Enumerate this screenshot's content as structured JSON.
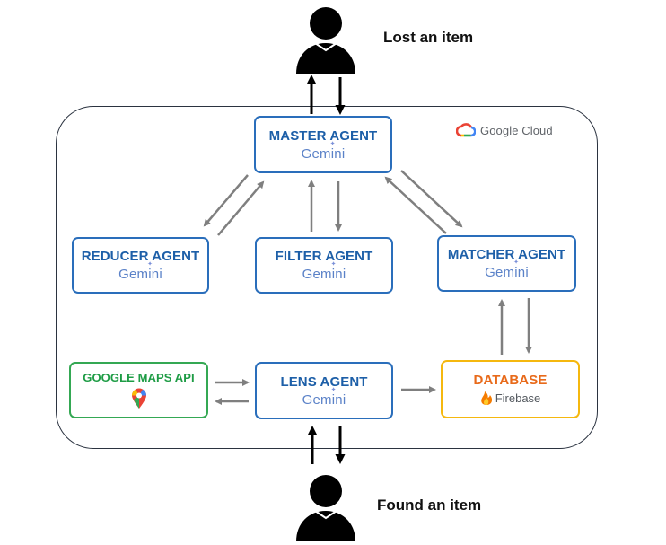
{
  "user_top": {
    "label": "Lost an item"
  },
  "user_bottom": {
    "label": "Found an item"
  },
  "cloud": {
    "logo_text": "Google Cloud"
  },
  "agents": {
    "master": {
      "title": "MASTER AGENT",
      "model": "Gemini"
    },
    "reducer": {
      "title": "REDUCER AGENT",
      "model": "Gemini"
    },
    "filter": {
      "title": "FILTER AGENT",
      "model": "Gemini"
    },
    "matcher": {
      "title": "MATCHER AGENT",
      "model": "Gemini"
    },
    "lens": {
      "title": "LENS AGENT",
      "model": "Gemini"
    }
  },
  "maps": {
    "title": "GOOGLE MAPS API"
  },
  "database": {
    "title": "DATABASE",
    "provider": "Firebase"
  },
  "colors": {
    "agent_border": "#2a6ebb",
    "maps_border": "#34a853",
    "db_border": "#f5b80f",
    "arrow_gray": "#7f7f7f",
    "arrow_black": "#000000"
  },
  "icons": [
    "person-icon",
    "google-cloud-icon",
    "gemini-sparkle-icon",
    "google-maps-pin-icon",
    "firebase-flame-icon"
  ]
}
